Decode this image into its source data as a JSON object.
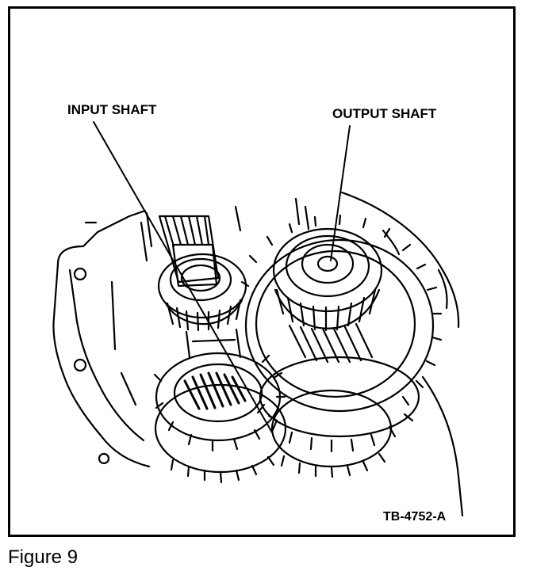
{
  "figure": {
    "labels": {
      "input_shaft": "INPUT SHAFT",
      "output_shaft": "OUTPUT SHAFT",
      "code": "TB-4752-A"
    },
    "caption": "Figure 9"
  },
  "colors": {
    "ink": "#000000",
    "paper": "#ffffff"
  }
}
